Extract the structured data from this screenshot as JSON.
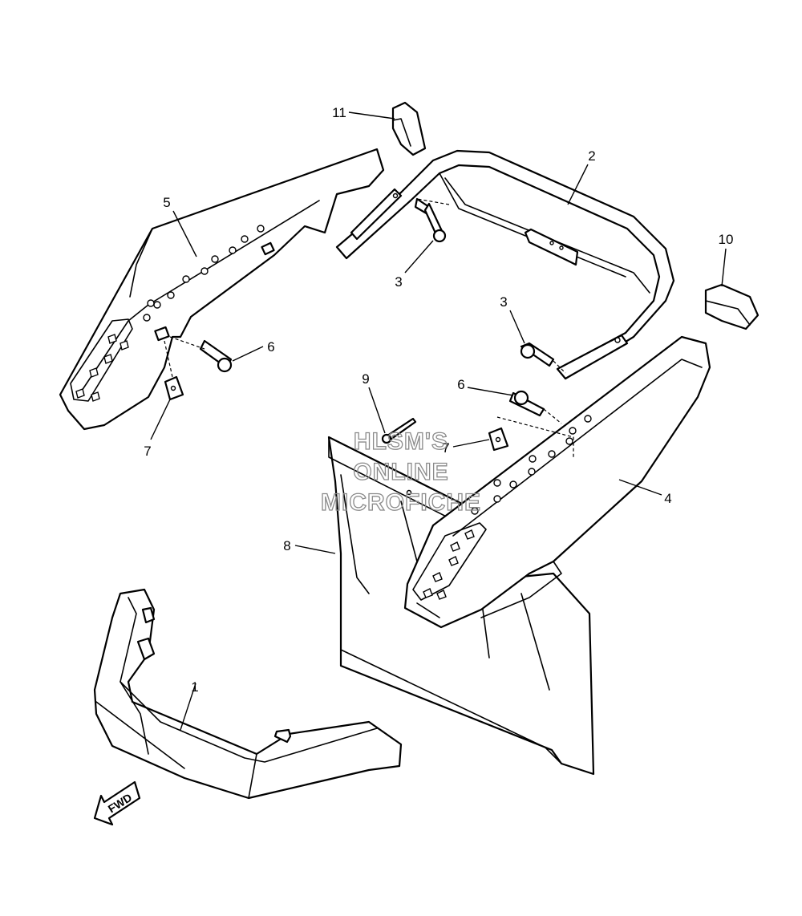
{
  "callouts": [
    {
      "id": "1",
      "text": "1"
    },
    {
      "id": "2",
      "text": "2"
    },
    {
      "id": "3a",
      "text": "3"
    },
    {
      "id": "3b",
      "text": "3"
    },
    {
      "id": "4",
      "text": "4"
    },
    {
      "id": "5",
      "text": "5"
    },
    {
      "id": "6a",
      "text": "6"
    },
    {
      "id": "6b",
      "text": "6"
    },
    {
      "id": "7a",
      "text": "7"
    },
    {
      "id": "7b",
      "text": "7"
    },
    {
      "id": "8",
      "text": "8"
    },
    {
      "id": "9",
      "text": "9"
    },
    {
      "id": "10",
      "text": "10"
    },
    {
      "id": "11",
      "text": "11"
    }
  ],
  "watermark": {
    "line1": "HLSM'S",
    "line2": "ONLINE",
    "line3": "MICROFICHE"
  },
  "direction_arrow": {
    "label": "FWD",
    "icon": "forward-arrow-icon"
  },
  "colors": {
    "line": "#000000",
    "background": "#ffffff",
    "watermark": "#8a8a8a"
  }
}
